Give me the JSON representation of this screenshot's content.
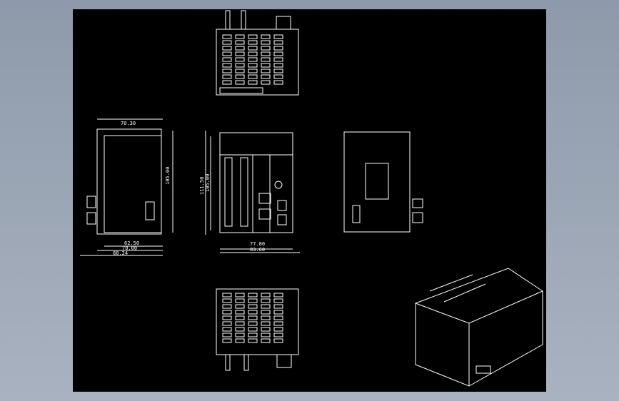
{
  "drawing": {
    "background_color": "#000000",
    "line_color": "#ffffff",
    "side_view_left": {
      "dims": [
        "70.30",
        "105.00",
        "62.50",
        "70.00",
        "88.24"
      ]
    },
    "front_view": {
      "dims": [
        "111.50",
        "105.00",
        "77.80",
        "83.60"
      ]
    }
  }
}
